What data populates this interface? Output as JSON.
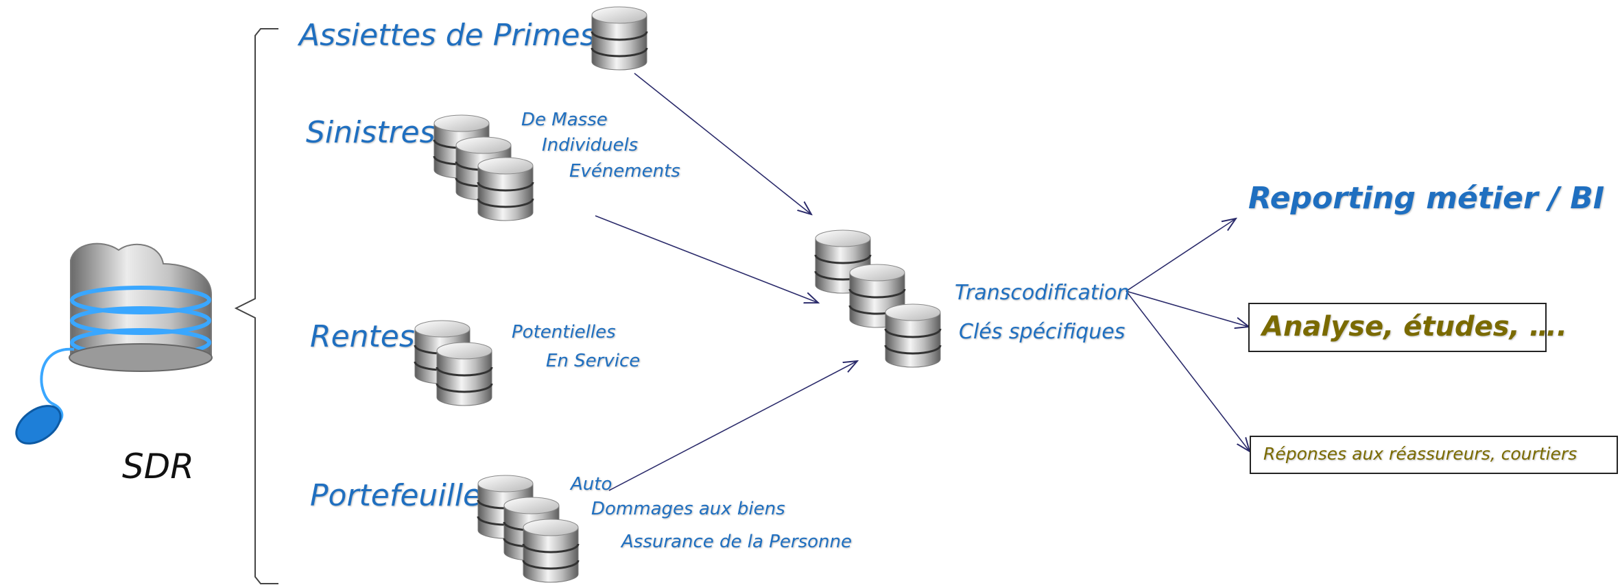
{
  "source": {
    "label": "SDR",
    "icon": "cloud-database-with-mouse-icon"
  },
  "sources": [
    {
      "title": "Assiettes de Primes",
      "items": []
    },
    {
      "title": "Sinistres",
      "items": [
        "De Masse",
        "Individuels",
        "Evénements"
      ]
    },
    {
      "title": "Rentes",
      "items": [
        "Potentielles",
        "En Service"
      ]
    },
    {
      "title": "Portefeuille",
      "items": [
        "Auto",
        "Dommages aux biens",
        "Assurance de la Personne"
      ]
    }
  ],
  "hub": {
    "icon": "database-stack-icon",
    "items": [
      "Transcodification",
      "Clés spécifiques"
    ]
  },
  "outputs": [
    {
      "label": "Reporting métier / BI"
    },
    {
      "label": "Analyse, études, …."
    },
    {
      "label": "Réponses aux réassureurs, courtiers"
    }
  ],
  "colors": {
    "label_blue": "#1f6fc0",
    "output_olive": "#7a6a00",
    "arrow": "#2b2b6b",
    "bracket": "#444444"
  }
}
